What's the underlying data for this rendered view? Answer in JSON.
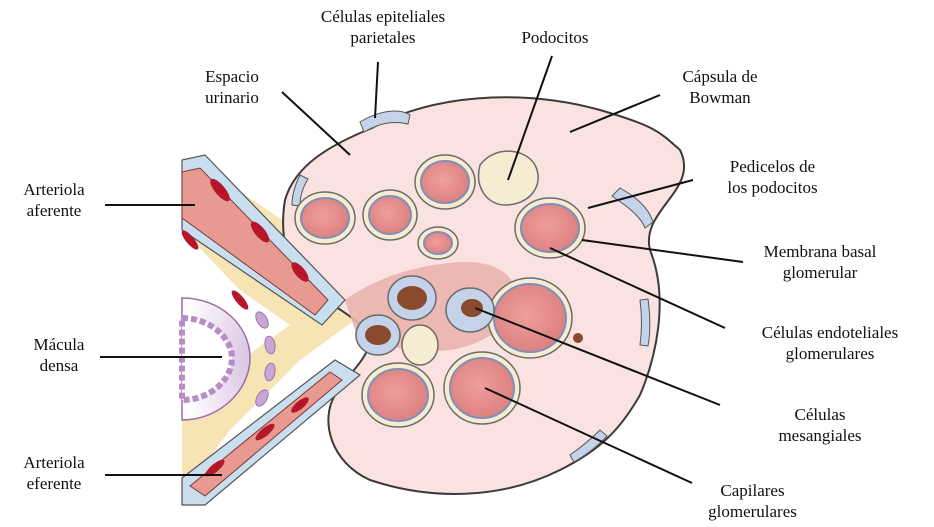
{
  "labels": {
    "celulas_epiteliales_parietales": [
      "Células epiteliales",
      "parietales"
    ],
    "podocitos": [
      "Podocitos"
    ],
    "capsula_bowman": [
      "Cápsula de",
      "Bowman"
    ],
    "espacio_urinario": [
      "Espacio",
      "urinario"
    ],
    "arteriola_aferente": [
      "Arteriola",
      "aferente"
    ],
    "pedicelos": [
      "Pedicelos de",
      "los podocitos"
    ],
    "membrana_basal": [
      "Membrana basal",
      "glomerular"
    ],
    "macula_densa": [
      "Mácula",
      "densa"
    ],
    "endoteliales": [
      "Células endoteliales",
      "glomerulares"
    ],
    "mesangiales": [
      "Células",
      "mesangiales"
    ],
    "arteriola_eferente": [
      "Arteriola",
      "eferente"
    ],
    "capilares": [
      "Capilares",
      "glomerulares"
    ]
  },
  "colors": {
    "capsule_fill": "#f9e2e0",
    "capsule_edge": "#3a3a3a",
    "parietal_cells": "#c5d3ea",
    "capillary_lumen": "#e58d8c",
    "podocyte_layer": "#f5ecd2",
    "mesangium": "#e9b4ae",
    "mesangial_cell": "#8a4a2e",
    "arteriole_wall": "#c9dff0",
    "arteriole_lumen": "#e89a90",
    "arteriole_nuclei": "#b5162a",
    "macula_densa": "#b98cc6",
    "interstitium": "#f6dfa8"
  }
}
